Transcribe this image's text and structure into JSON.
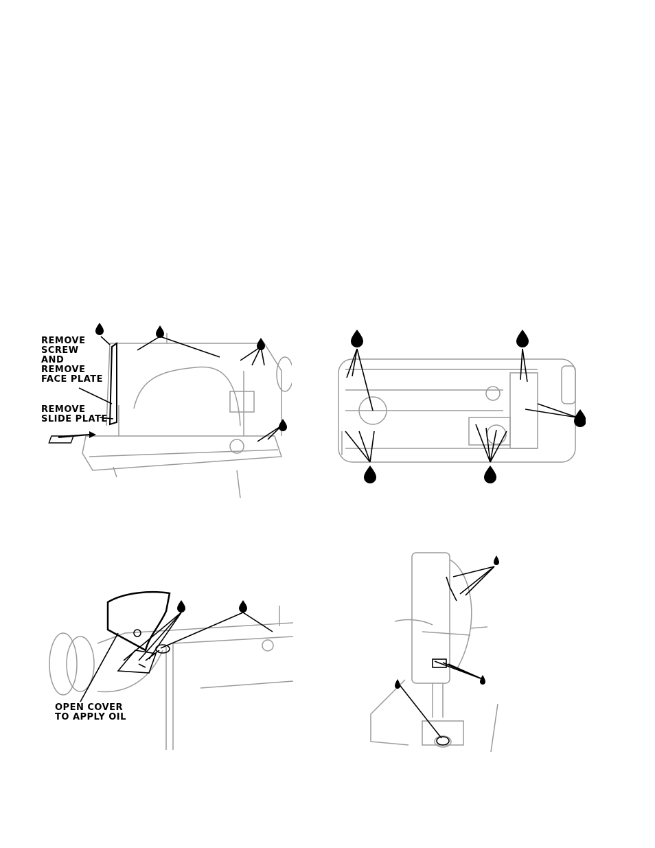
{
  "figures": [
    {
      "id": "fig-top-left",
      "labels": [
        {
          "key": "remove_face_plate",
          "lines": [
            "REMOVE",
            "SCREW",
            "AND",
            "REMOVE",
            "FACE PLATE"
          ]
        },
        {
          "key": "remove_slide_plate",
          "lines": [
            "REMOVE",
            "SLIDE PLATE"
          ]
        }
      ]
    },
    {
      "id": "fig-top-right",
      "labels": []
    },
    {
      "id": "fig-bottom-left",
      "labels": [
        {
          "key": "open_cover",
          "lines": [
            "OPEN COVER",
            "TO APPLY OIL"
          ]
        }
      ]
    },
    {
      "id": "fig-bottom-right",
      "labels": []
    }
  ],
  "icons": {
    "oil_drop": "oil-drop-icon",
    "pointer": "arrow-pointer"
  },
  "colors": {
    "ink": "#000000",
    "illustration": "#9a9a9a",
    "paper": "#ffffff"
  }
}
